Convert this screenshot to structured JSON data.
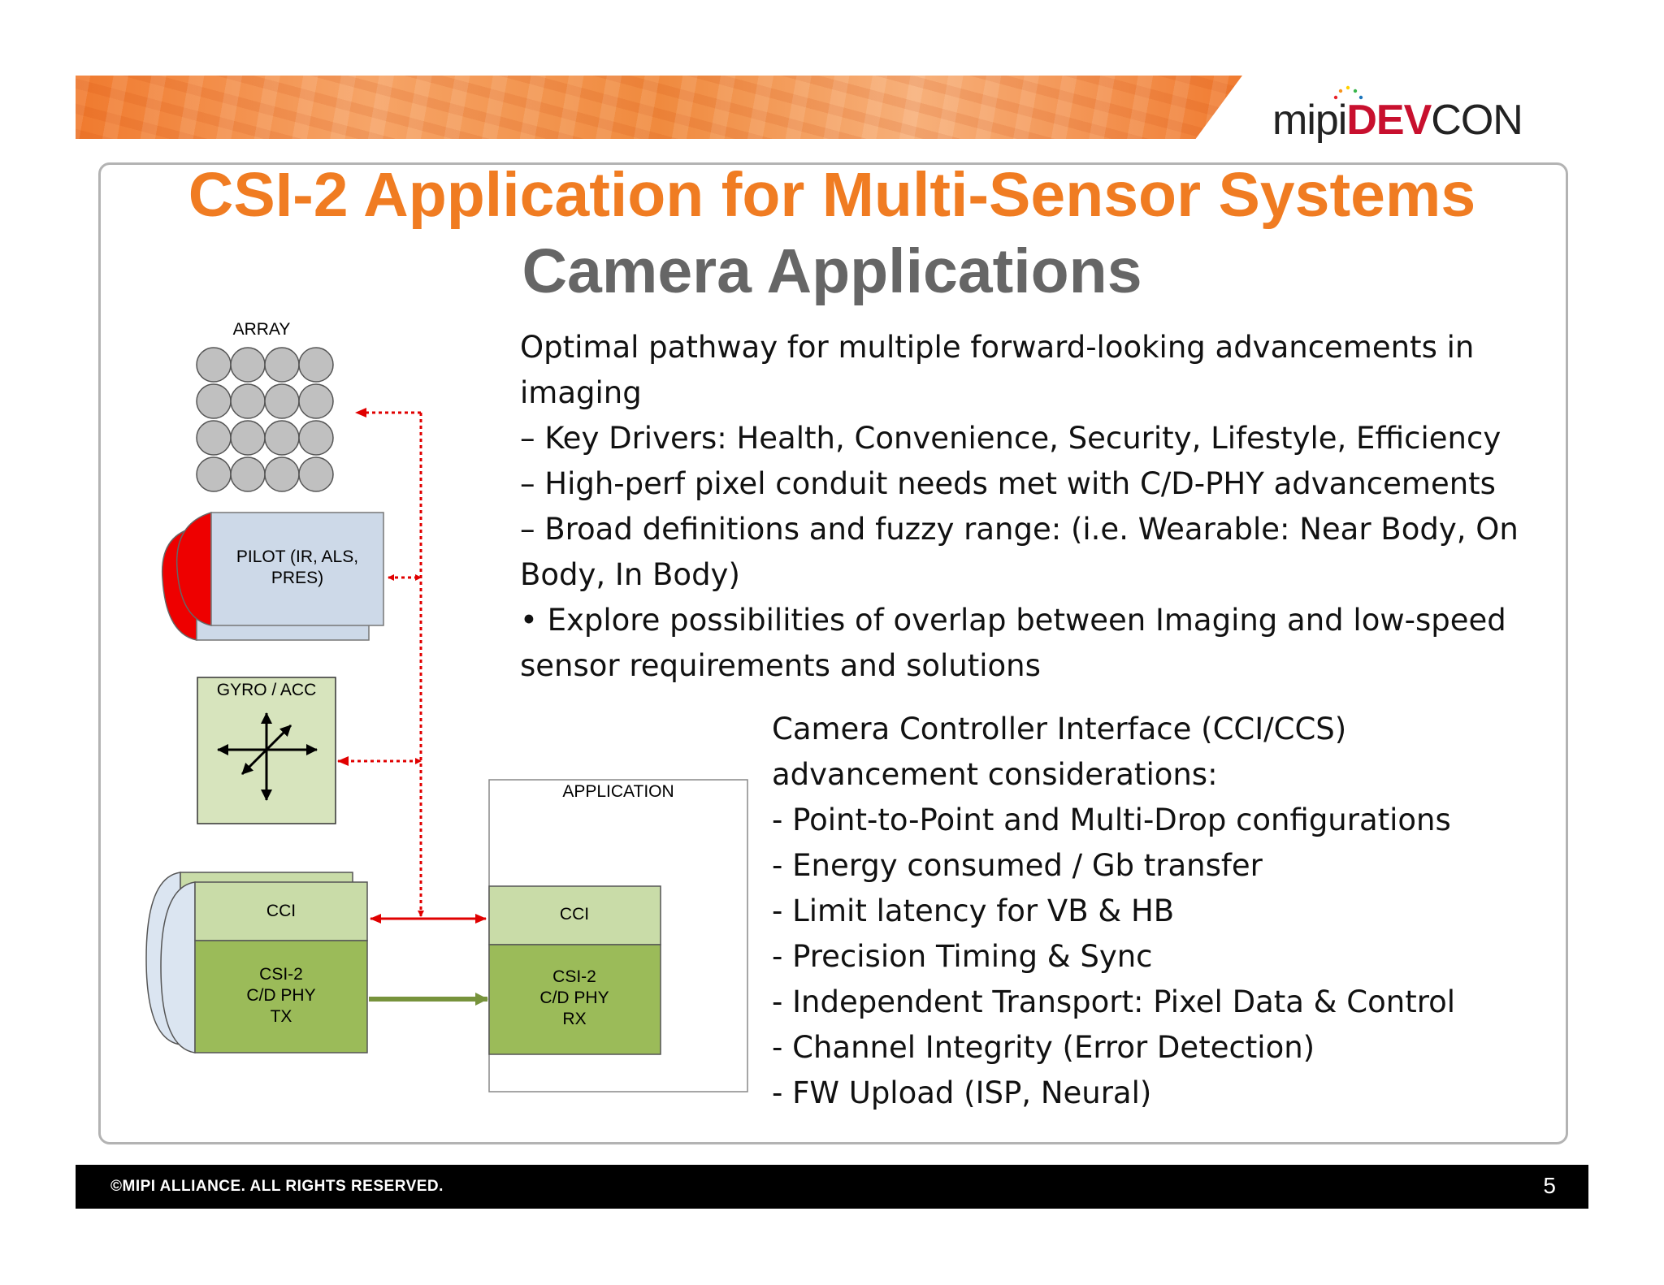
{
  "logo": {
    "mipi": "mipi",
    "dev": "DEV",
    "con": "CON"
  },
  "title": "CSI-2 Application for Multi-Sensor Systems",
  "subtitle": "Camera Applications",
  "bullets_top": [
    "Optimal pathway for multiple forward-looking advancements in",
    "imaging",
    "– Key Drivers: Health, Convenience, Security, Lifestyle, Efficiency",
    "– High-perf pixel conduit needs met with C/D-PHY advancements",
    "– Broad definitions and fuzzy range: (i.e. Wearable: Near Body, On",
    "Body, In Body)",
    "• Explore possibilities of overlap between Imaging and low-speed",
    "sensor requirements and solutions"
  ],
  "bullets_cci": [
    "Camera Controller Interface (CCI/CCS)",
    "advancement considerations:",
    "- Point-to-Point and Multi-Drop configurations",
    "- Energy consumed / Gb transfer",
    "- Limit latency for VB & HB",
    "- Precision Timing & Sync",
    "- Independent Transport: Pixel Data & Control",
    "- Channel Integrity (Error Detection)",
    "- FW Upload (ISP, Neural)"
  ],
  "diagram": {
    "array_label": "ARRAY",
    "pilot_label_1": "PILOT (IR, ALS,",
    "pilot_label_2": "PRES)",
    "gyro_label": "GYRO / ACC",
    "tx_cci": "CCI",
    "tx_phy_1": "CSI-2",
    "tx_phy_2": "C/D PHY",
    "tx_phy_3": "TX",
    "app_label": "APPLICATION",
    "rx_cci": "CCI",
    "rx_phy_1": "CSI-2",
    "rx_phy_2": "C/D PHY",
    "rx_phy_3": "RX"
  },
  "footer": {
    "copyright": "©MIPI ALLIANCE. ALL RIGHTS RESERVED.",
    "page_number": "5"
  },
  "colors": {
    "orange": "#f07c22",
    "gray_title": "#666666",
    "red": "#e00000",
    "green_dark": "#9bbb59",
    "green_light": "#c9dca8",
    "blue_light": "#cdd9e8"
  }
}
